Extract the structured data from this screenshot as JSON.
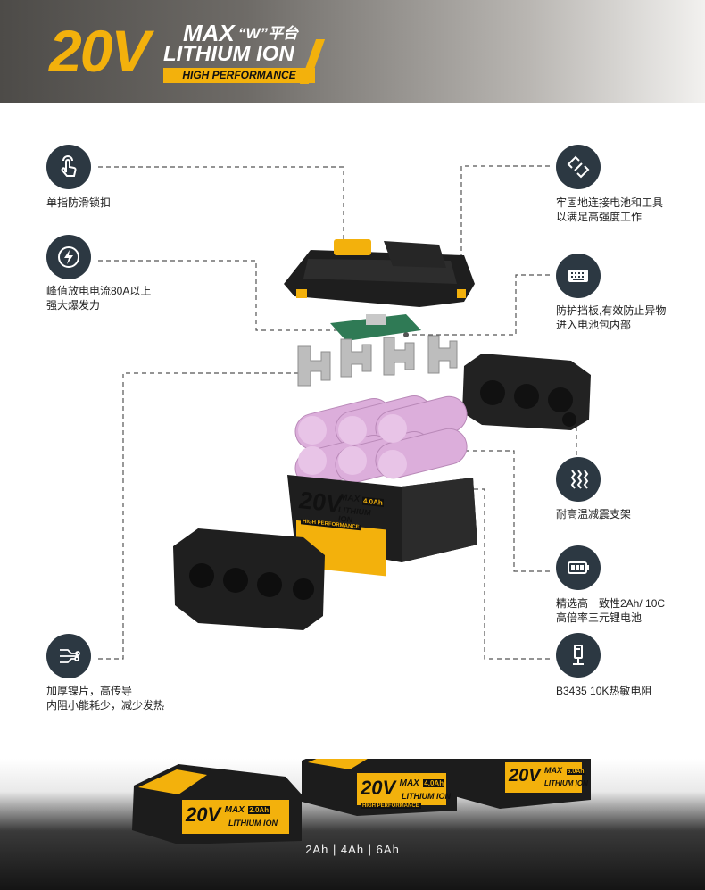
{
  "header": {
    "logo_20v": "20V",
    "logo_max": "MAX",
    "logo_platform": "“W”平台",
    "logo_lithium": "LITHIUM ION",
    "logo_high_performance": "HIGH PERFORMANCE"
  },
  "features": {
    "left": [
      {
        "icon": "finger-touch-icon",
        "lines": [
          "单指防滑锁扣"
        ]
      },
      {
        "icon": "lightning-icon",
        "lines": [
          "峰值放电电流80A以上",
          "强大爆发力"
        ]
      },
      {
        "icon": "circuit-icon",
        "lines": [
          "加厚镍片，高传导",
          "内阻小能耗少，减少发热"
        ]
      }
    ],
    "right": [
      {
        "icon": "connector-icon",
        "lines": [
          "牢固地连接电池和工具",
          "以满足高强度工作"
        ]
      },
      {
        "icon": "keyboard-icon",
        "lines": [
          "防护挡板,有效防止异物",
          "进入电池包内部"
        ]
      },
      {
        "icon": "shock-absorb-icon",
        "lines": [
          "耐高温减震支架"
        ]
      },
      {
        "icon": "battery-icon",
        "lines": [
          "精选高一致性2Ah/ 10C",
          "高倍率三元锂电池"
        ]
      },
      {
        "icon": "thermistor-icon",
        "lines": [
          "B3435  10K热敏电阻"
        ]
      }
    ]
  },
  "exploded_pack": {
    "label_20v": "20V",
    "label_max": "MAX",
    "label_capacity": "4.0Ah",
    "label_lithium": "LITHIUM ION",
    "label_hp": "HIGH PERFORMANCE"
  },
  "products": [
    {
      "label_20v": "20V",
      "label_max": "MAX",
      "capacity": "2.0Ah",
      "label_lithium": "LITHIUM ION"
    },
    {
      "label_20v": "20V",
      "label_max": "MAX",
      "capacity": "4.0Ah",
      "label_lithium": "LITHIUM ION",
      "label_hp": "HIGH PERFORMANCE"
    },
    {
      "label_20v": "20V",
      "label_max": "MAX",
      "capacity": "6.0Ah",
      "label_lithium": "LITHIUM ION"
    }
  ],
  "capacities_caption": "2Ah  |  4Ah  |  6Ah",
  "colors": {
    "brand_yellow": "#f3b10c",
    "icon_circle": "#2c3842",
    "cell_pink": "#d9a6d8",
    "pack_black": "#1c1c1c"
  }
}
